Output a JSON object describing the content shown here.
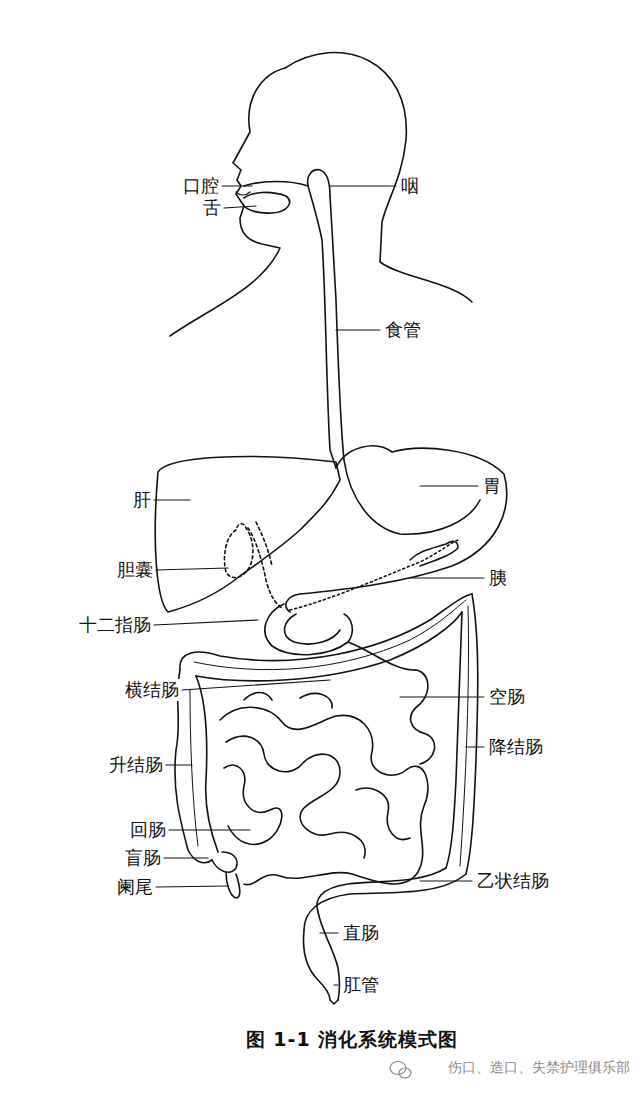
{
  "diagram": {
    "caption": "图 1-1 消化系统模式图",
    "labels": [
      "口腔",
      "舌",
      "咽",
      "食管",
      "肝",
      "胃",
      "胆囊",
      "胰",
      "十二指肠",
      "横结肠",
      "空肠",
      "升结肠",
      "降结肠",
      "回肠",
      "盲肠",
      "乙状结肠",
      "阑尾",
      "直肠",
      "肛管",
      "伤口、造口、失禁护理俱乐部"
    ]
  }
}
